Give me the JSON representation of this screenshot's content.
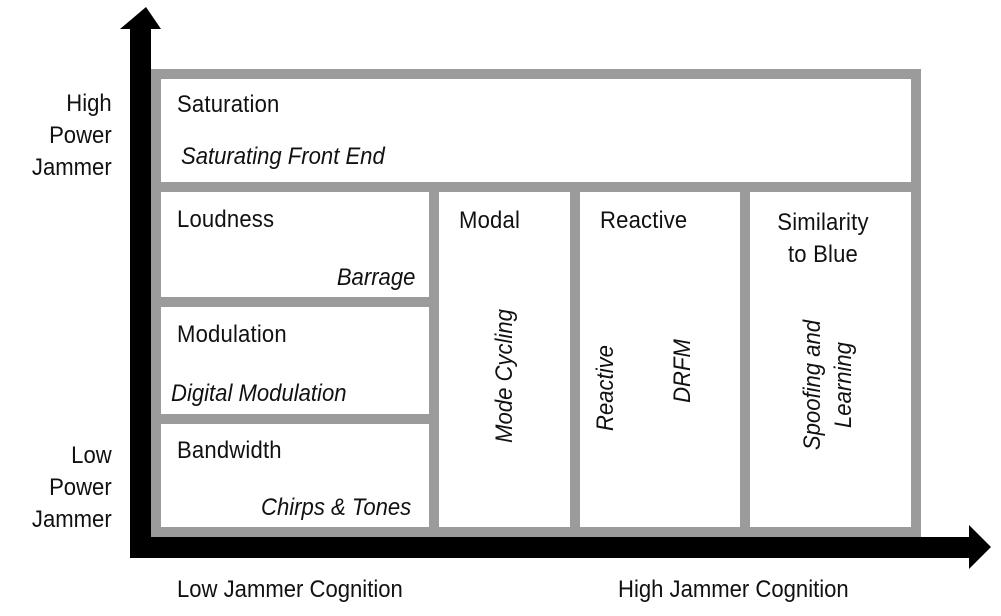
{
  "diagram": {
    "y_axis": {
      "top_label": [
        "High",
        "Power",
        "Jammer"
      ],
      "bottom_label": [
        "Low",
        "Power",
        "Jammer"
      ]
    },
    "x_axis": {
      "left_label": "Low Jammer Cognition",
      "right_label": "High Jammer Cognition"
    },
    "cells": {
      "saturation": {
        "title": "Saturation",
        "technique": "Saturating Front End"
      },
      "loudness": {
        "title": "Loudness",
        "technique": "Barrage"
      },
      "modulation": {
        "title": "Modulation",
        "technique": "Digital Modulation"
      },
      "bandwidth": {
        "title": "Bandwidth",
        "technique": "Chirps & Tones"
      },
      "modal": {
        "title": "Modal",
        "technique": "Mode Cycling"
      },
      "reactive": {
        "title": "Reactive",
        "techniques": [
          "Reactive",
          "DRFM"
        ]
      },
      "similarity": {
        "title_lines": [
          "Similarity",
          "to Blue"
        ],
        "technique_lines": [
          "Spoofing and",
          "Learning"
        ]
      }
    },
    "colors": {
      "axis": "#000000",
      "cell_border": "#9b9b9b",
      "cell_fill": "#ffffff",
      "text": "#111111"
    }
  }
}
